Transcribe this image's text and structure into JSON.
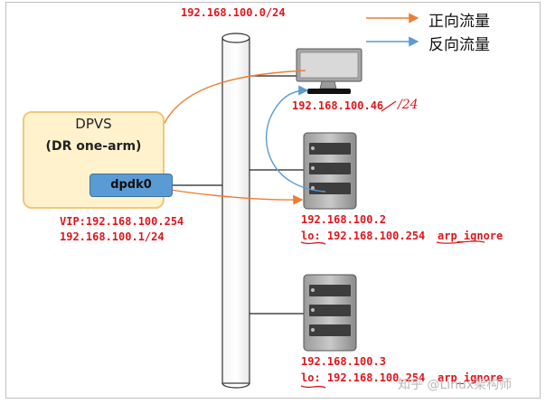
{
  "diagram": {
    "network_label": "192.168.100.0/24",
    "legend": {
      "forward_label": "正向流量",
      "reverse_label": "反向流量",
      "forward_color": "#ed7d31",
      "reverse_color": "#5b9bd5"
    },
    "dpvs": {
      "title": "DPVS",
      "mode": "(DR one-arm)",
      "interface": "dpdk0",
      "vip": "VIP:192.168.100.254",
      "ip": "192.168.100.1/24"
    },
    "client": {
      "ip": "192.168.100.46",
      "handwritten_mask": "/24"
    },
    "server1": {
      "ip": "192.168.100.2",
      "lo": "lo: 192.168.100.254",
      "note": "arp_ignore"
    },
    "server2": {
      "ip": "192.168.100.3",
      "lo": "lo: 192.168.100.254",
      "note": "arp_ignore"
    },
    "watermark": "知乎 @Linux架构师",
    "colors": {
      "label_red": "#e0161c",
      "dpvs_fill": "#fff2cc",
      "dpdk_fill": "#5b9bd5"
    }
  }
}
